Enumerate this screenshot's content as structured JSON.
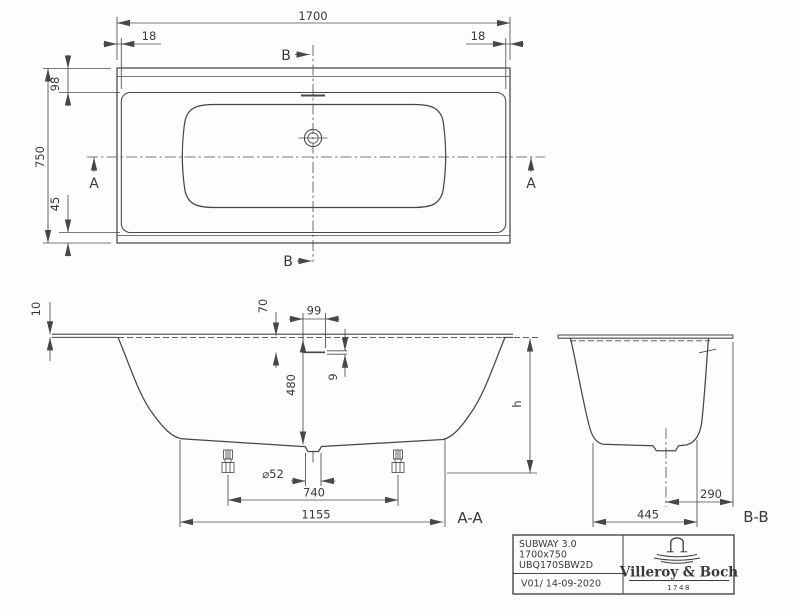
{
  "drawing": {
    "top_view": {
      "dim_length": "1700",
      "dim_width": "750",
      "dim_rim_left": "18",
      "dim_rim_right": "18",
      "dim_head_inset": "98",
      "dim_foot_inset": "45",
      "cut_b_top": "B",
      "cut_b_bottom": "B",
      "cut_a_left": "A",
      "cut_a_right": "A"
    },
    "section_aa": {
      "label": "A-A",
      "dim_rim_thickness": "10",
      "dim_overflow_drop": "70",
      "dim_overflow_width": "99",
      "dim_overflow_height": "9",
      "dim_depth": "480",
      "dim_drain": "⌀52",
      "dim_feet_spacing": "740",
      "dim_base_length": "1155",
      "dim_height": "h"
    },
    "section_bb": {
      "label": "B-B",
      "dim_center_to_edge": "290",
      "dim_base_width": "445"
    },
    "title_block": {
      "product": "SUBWAY 3.0",
      "size": "1700x750",
      "article": "UBQ170SBW2D",
      "version": "V01/ 14-09-2020",
      "brand": "Villeroy & Boch",
      "year": "1748"
    }
  }
}
